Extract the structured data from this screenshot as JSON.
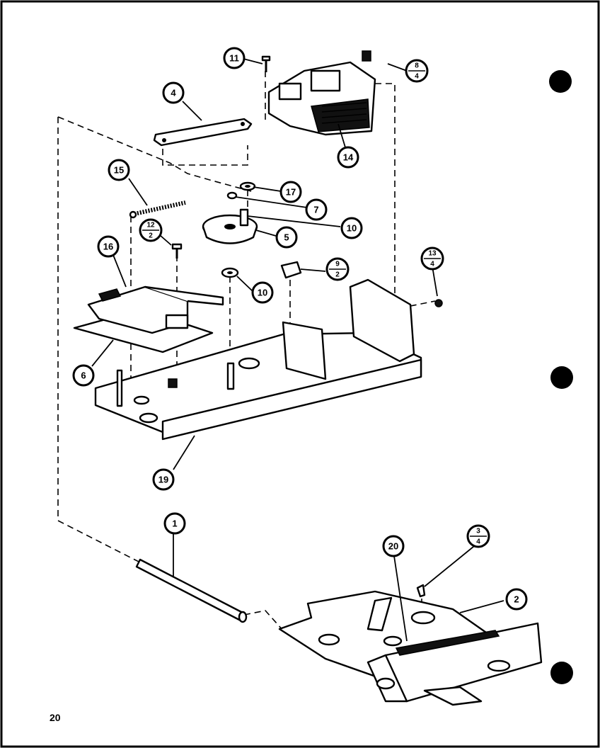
{
  "diagram": {
    "page_number": "20",
    "callouts": [
      {
        "id": "c11",
        "label": "11"
      },
      {
        "id": "c4",
        "label": "4"
      },
      {
        "id": "c14",
        "label": "14"
      },
      {
        "id": "c15",
        "label": "15"
      },
      {
        "id": "c17",
        "label": "17"
      },
      {
        "id": "c7",
        "label": "7"
      },
      {
        "id": "c10a",
        "label": "10"
      },
      {
        "id": "c5",
        "label": "5"
      },
      {
        "id": "c16",
        "label": "16"
      },
      {
        "id": "c10b",
        "label": "10"
      },
      {
        "id": "c6",
        "label": "6"
      },
      {
        "id": "c19",
        "label": "19"
      },
      {
        "id": "c1",
        "label": "1"
      },
      {
        "id": "c20",
        "label": "20"
      },
      {
        "id": "c2",
        "label": "2"
      }
    ],
    "fraction_callouts": [
      {
        "id": "f8-4",
        "top": "8",
        "bottom": "4"
      },
      {
        "id": "f12-2",
        "top": "12",
        "bottom": "2"
      },
      {
        "id": "f9-2",
        "top": "9",
        "bottom": "2"
      },
      {
        "id": "f13-4",
        "top": "13",
        "bottom": "4"
      },
      {
        "id": "f3-4",
        "top": "3",
        "bottom": "4"
      }
    ]
  }
}
